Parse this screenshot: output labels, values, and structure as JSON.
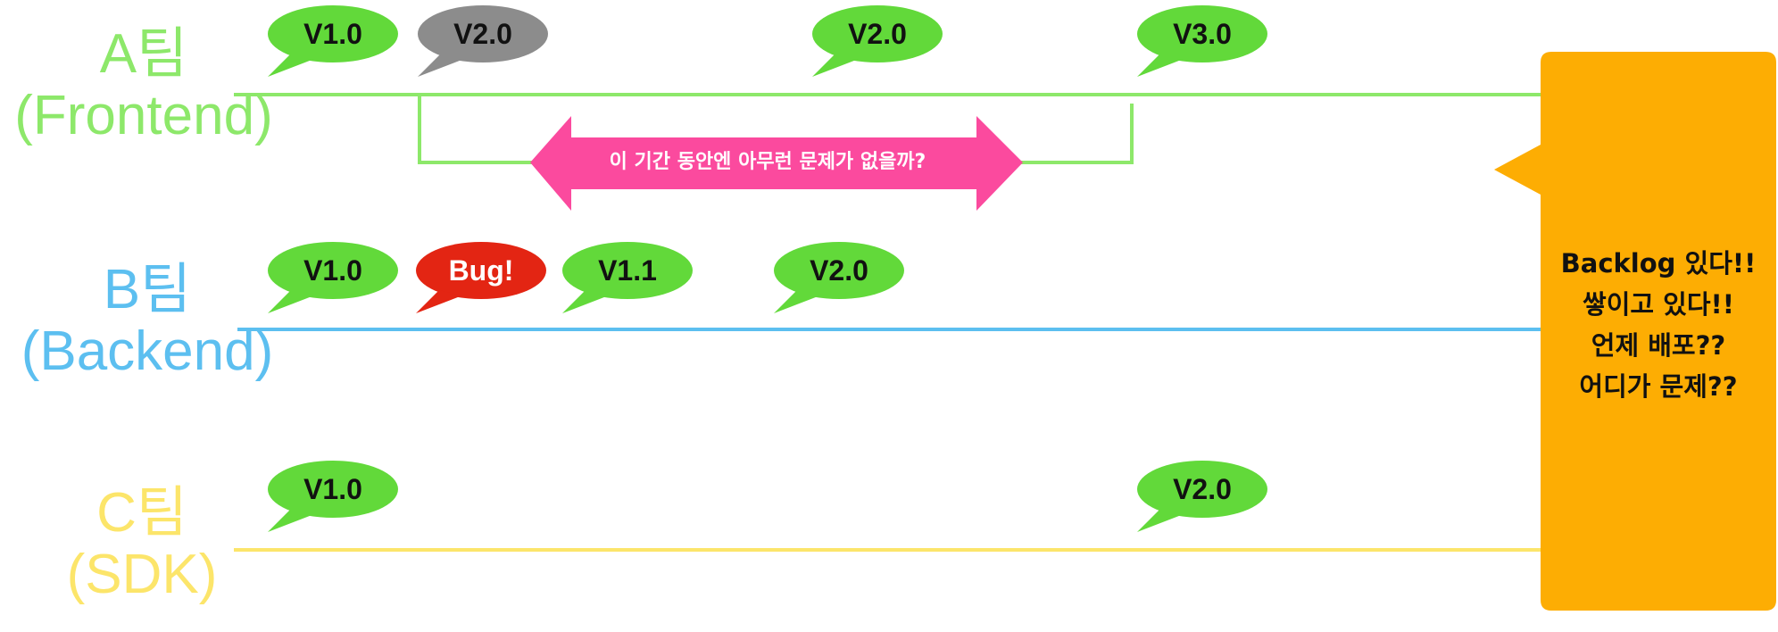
{
  "colors": {
    "team_a": "#8de86a",
    "team_b": "#5cbff0",
    "team_c": "#fce56a",
    "release": "#62d93a",
    "superseded": "#8c8c8c",
    "bug": "#e32513",
    "question_arrow": "#fb4a9e",
    "backlog_note": "#fdad03"
  },
  "teams": [
    {
      "name": "A팀",
      "sub": "(Frontend)"
    },
    {
      "name": "B팀",
      "sub": "(Backend)"
    },
    {
      "name": "C팀",
      "sub": "(SDK)"
    }
  ],
  "bubbles": {
    "a": [
      "V1.0",
      "V2.0",
      "V2.0",
      "V3.0"
    ],
    "b": [
      "V1.0",
      "Bug!",
      "V1.1",
      "V2.0"
    ],
    "c": [
      "V1.0",
      "V2.0"
    ]
  },
  "question": "이 기간 동안엔 아무런 문제가 없을까?",
  "backlog_lines": [
    "Backlog 있다!!",
    "쌓이고 있다!!",
    "언제 배포??",
    "어디가 문제??"
  ]
}
